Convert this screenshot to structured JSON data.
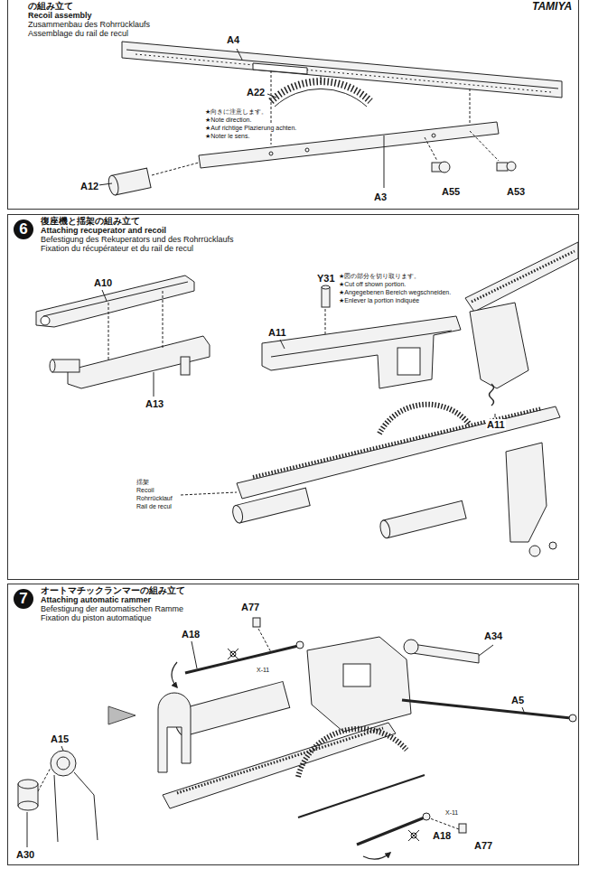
{
  "diagram": {
    "nodes": [
      {
        "text": [
          "の組み立て",
          "Recoil assembly",
          "Zusammenbau des Rohrrücklaufs",
          "Assemblage du rail de recul"
        ]
      },
      {
        "text": [
          "6",
          "復座機と揺架の組み立て",
          "Attaching recuperator and recoil",
          "Befestigung des Rekuperators und des Rohrrücklaufs",
          "Fixation du récupérateur et du rail de recul"
        ]
      },
      {
        "text": [
          "7",
          "オートマチックランマーの組み立て",
          "Attaching automatic rammer",
          "Befestigung der automatischen Ramme",
          "Fixation du piston automatique"
        ]
      }
    ],
    "labels": [
      "TAMIYA",
      "A4",
      "A22",
      "★向きに注意します。",
      "★Note direction.",
      "★Auf richtige Plazierung achten.",
      "★Noter le sens.",
      "A12",
      "A3",
      "A55",
      "A53",
      "A10",
      "A13",
      "Y31",
      "A11",
      "★図の部分を切り取ります。",
      "★Cut off shown portion.",
      "★Angegebenen Bereich wegschneiden.",
      "★Enlever la portion indiquée",
      "A11",
      "揺架",
      "Recoil",
      "Rohrrücklauf",
      "Rail de recul",
      "A77",
      "A18",
      "X-11",
      "A34",
      "A5",
      "A15",
      "A30",
      "A18",
      "X-11",
      "A77"
    ]
  }
}
